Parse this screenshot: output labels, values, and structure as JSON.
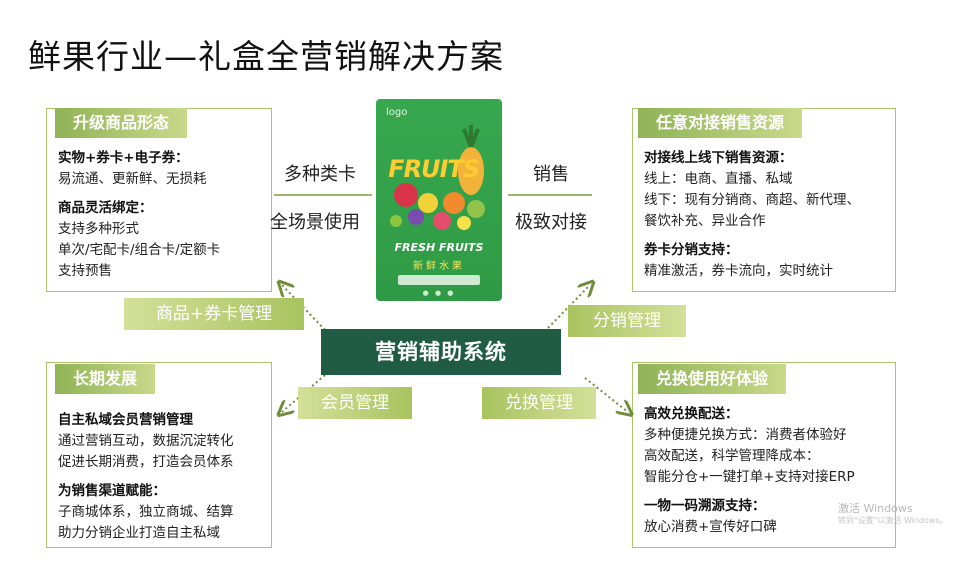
{
  "title": "鲜果行业—礼盒全营销解决方案",
  "panels": {
    "upgrade": {
      "tag": "升级商品形态",
      "sections": [
        {
          "head": "实物+券卡+电子券：",
          "lines": [
            "易流通、更新鲜、无损耗"
          ]
        },
        {
          "head": "商品灵活绑定：",
          "lines": [
            "支持多种形式",
            "单次/宅配卡/组合卡/定额卡",
            "支持预售"
          ]
        }
      ]
    },
    "resources": {
      "tag": "任意对接销售资源",
      "sections": [
        {
          "head": "对接线上线下销售资源：",
          "lines": [
            "线上：电商、直播、私域",
            "线下：现有分销商、商超、新代理、",
            "餐饮补充、异业合作"
          ]
        },
        {
          "head": "券卡分销支持：",
          "lines": [
            "精准激活，券卡流向，实时统计"
          ]
        }
      ]
    },
    "longterm": {
      "tag": "长期发展",
      "sections": [
        {
          "head": "自主私域会员营销管理",
          "lines": [
            "通过营销互动，数据沉淀转化",
            "促进长期消费，打造会员体系"
          ]
        },
        {
          "head": "为销售渠道赋能：",
          "lines": [
            "子商城体系，独立商城、结算",
            "助力分销企业打造自主私域"
          ]
        }
      ]
    },
    "redeem": {
      "tag": "兑换使用好体验",
      "sections": [
        {
          "head": "高效兑换配送：",
          "lines": [
            "多种便捷兑换方式：消费者体验好",
            "高效配送，科学管理降成本：",
            "智能分仓+一键打单+支持对接ERP"
          ]
        },
        {
          "head": "一物一码溯源支持：",
          "lines": [
            "放心消费+宣传好口碑"
          ]
        }
      ]
    }
  },
  "left_labels": [
    "多种类卡",
    "全场景使用"
  ],
  "right_labels": [
    "销售",
    "极致对接"
  ],
  "product": {
    "logo": "logo",
    "fruits_word": "FRUITS",
    "fresh_text": "FRESH FRUITS",
    "cn_text": "新鲜水果"
  },
  "center": "营销辅助系统",
  "tags": {
    "goods": "商品+券卡管理",
    "distribution": "分销管理",
    "member": "会员管理",
    "exchange": "兑换管理"
  },
  "watermark": [
    "激活 Windows",
    "转到\"设置\"以激活 Windows。"
  ],
  "colors": {
    "accent_green": "#8fb356",
    "dark_green": "#1f5c43",
    "product_green": "#37a84e",
    "border": "#a9c46a"
  }
}
